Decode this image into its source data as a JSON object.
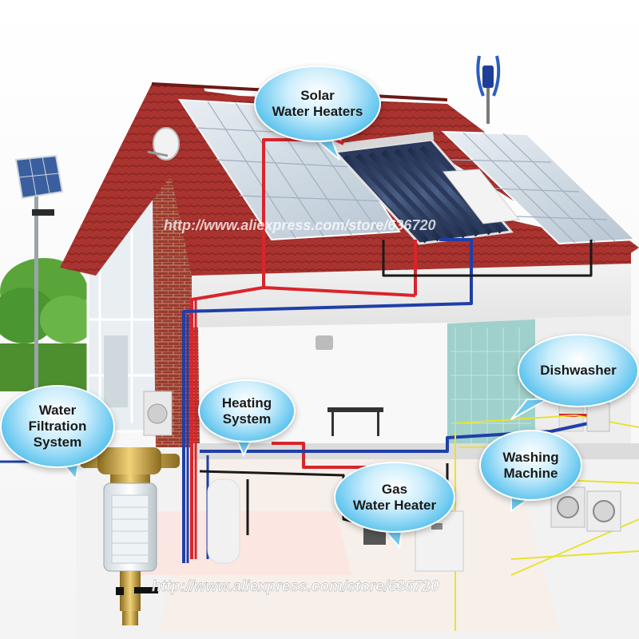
{
  "callouts": {
    "solar": [
      "Solar",
      "Water Heaters"
    ],
    "water_filtration": [
      "Water",
      "Filtration",
      "System"
    ],
    "heating": [
      "Heating",
      "System"
    ],
    "dishwasher": [
      "Dishwasher"
    ],
    "washing_machine": [
      "Washing",
      "Machine"
    ],
    "gas_heater": [
      "Gas",
      "Water Heater"
    ]
  },
  "watermark": "http://www.aliexpress.com/store/636720",
  "colors": {
    "hot_pipe": "#d9252b",
    "cold_pipe": "#1f3fa8",
    "drain_pipe": "#1a1a1a",
    "signal_wire": "#e8e233",
    "bubble_blue": "#4bb8ea",
    "roof_tile": "#a8332f",
    "brick": "#9c3a2a"
  }
}
